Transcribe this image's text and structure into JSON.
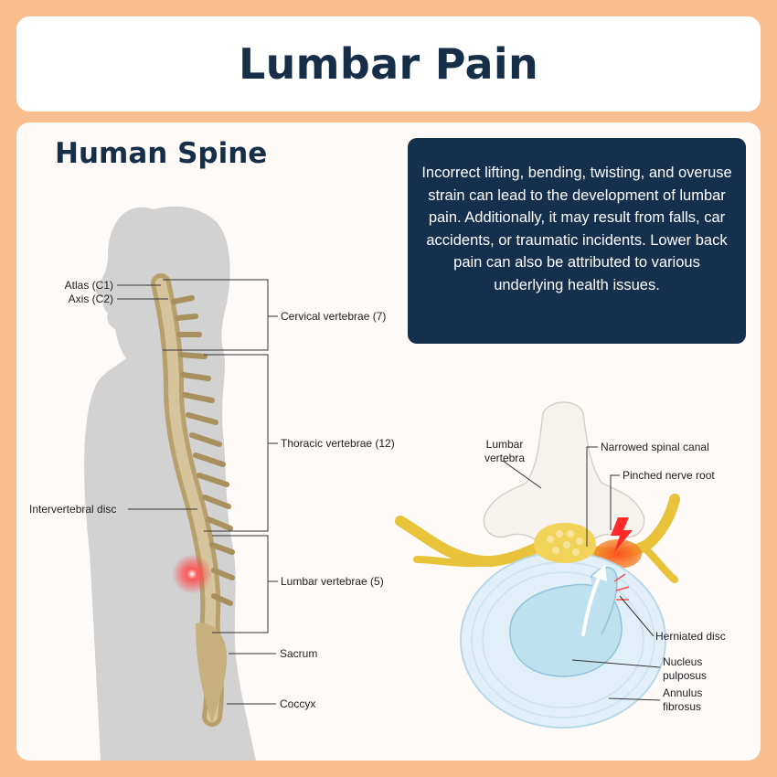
{
  "title": "Lumbar Pain",
  "subtitle": "Human Spine",
  "description": "Incorrect lifting, bending, twisting, and overuse strain can lead to the development of lumbar pain. Additionally, it may result from falls, car accidents, or traumatic incidents. Lower back pain can also be attributed to various underlying health issues.",
  "spine_labels": {
    "atlas": "Atlas (C1)",
    "axis": "Axis (C2)",
    "cervical": "Cervical vertebrae (7)",
    "thoracic": "Thoracic vertebrae (12)",
    "intervertebral": "Intervertebral disc",
    "lumbar": "Lumbar vertebrae (5)",
    "sacrum": "Sacrum",
    "coccyx": "Coccyx"
  },
  "disc_labels": {
    "lumbar_vertebra_1": "Lumbar",
    "lumbar_vertebra_2": "vertebra",
    "narrowed_canal": "Narrowed spinal canal",
    "pinched_nerve": "Pinched nerve root",
    "herniated_disc": "Herniated disc",
    "nucleus_1": "Nucleus",
    "nucleus_2": "pulposus",
    "annulus_1": "Annulus",
    "annulus_2": "fibrosus"
  },
  "colors": {
    "background": "#f9be8f",
    "navy": "#15304d",
    "title_text": "#172e49",
    "silhouette": "#d2d2d2",
    "bone": "#c9b48a",
    "disc_blue": "#bfe0ef",
    "nerve": "#f0c43a",
    "pain_red": "#ff3b3b"
  }
}
